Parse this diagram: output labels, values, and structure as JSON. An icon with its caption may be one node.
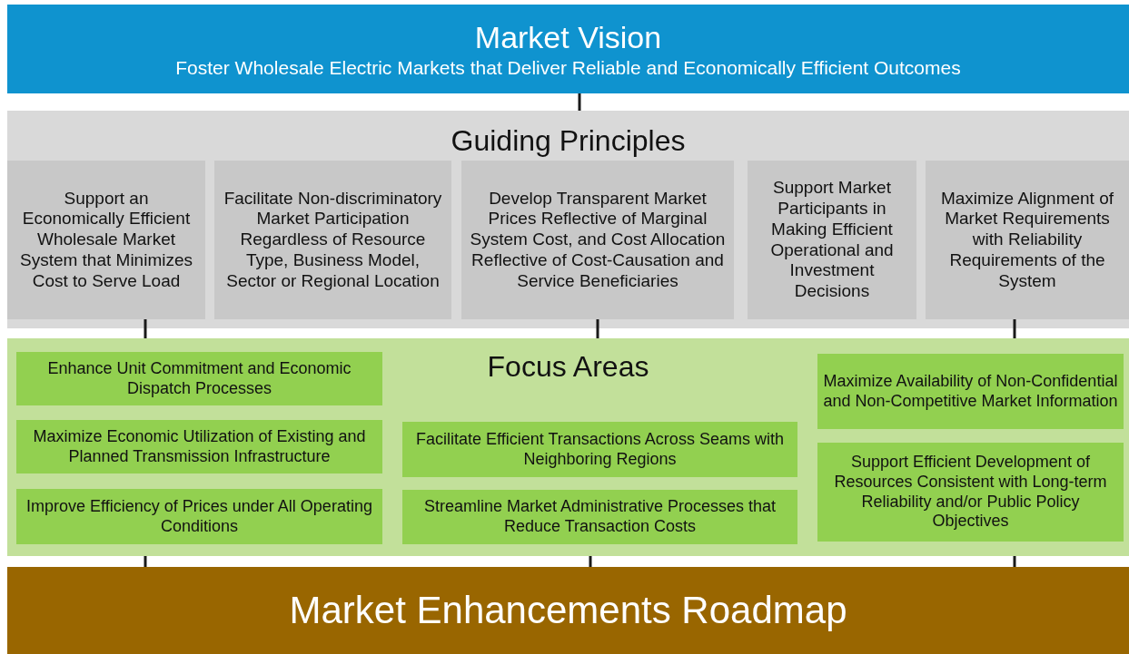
{
  "diagram": {
    "nodes": [
      {
        "text": [
          "Market Vision",
          "Foster Wholesale Electric Markets that Deliver Reliable and Economically Efficient Outcomes"
        ]
      },
      {
        "text": [
          "Guiding Principles"
        ]
      },
      {
        "text": [
          "Support an Economically Efficient Wholesale Market System that Minimizes Cost to Serve Load"
        ],
        "in": 1
      },
      {
        "text": [
          "Facilitate Non-discriminatory Market Participation Regardless of Resource Type, Business Model, Sector or Regional Location"
        ],
        "in": 1
      },
      {
        "text": [
          "Develop Transparent Market Prices Reflective of Marginal System Cost, and Cost Allocation Reflective of Cost-Causation and Service Beneficiaries"
        ],
        "in": 1
      },
      {
        "text": [
          "Support Market Participants in Making Efficient Operational and Investment Decisions"
        ],
        "in": 1
      },
      {
        "text": [
          "Maximize Alignment of Market Requirements with Reliability Requirements of the System"
        ],
        "in": 1
      },
      {
        "text": [
          "Focus Areas"
        ]
      },
      {
        "text": [
          "Enhance Unit Commitment and Economic Dispatch Processes"
        ],
        "in": 7
      },
      {
        "text": [
          "Maximize Economic Utilization of Existing and Planned Transmission Infrastructure"
        ],
        "in": 7
      },
      {
        "text": [
          "Improve Efficiency of Prices under All Operating Conditions"
        ],
        "in": 7
      },
      {
        "text": [
          "Facilitate Efficient Transactions Across Seams with Neighboring Regions"
        ],
        "in": 7
      },
      {
        "text": [
          "Streamline Market Administrative Processes that Reduce Transaction Costs"
        ],
        "in": 7
      },
      {
        "text": [
          "Maximize Availability of Non-Confidential and Non-Competitive Market Information"
        ],
        "in": 7
      },
      {
        "text": [
          "Support Efficient Development of Resources Consistent with Long-term Reliability and/or Public Policy Objectives"
        ],
        "in": 7
      },
      {
        "text": [
          "Market Enhancements Roadmap"
        ]
      }
    ],
    "edges": [
      {
        "from": 0,
        "to": 1,
        "arrow": "none"
      },
      {
        "from": 2,
        "to": 7,
        "arrow": "none"
      },
      {
        "from": 4,
        "to": 7,
        "arrow": "none"
      },
      {
        "from": 6,
        "to": 7,
        "arrow": "none"
      },
      {
        "from": 7,
        "to": 15,
        "arrow": "none"
      },
      {
        "from": 7,
        "to": 15,
        "arrow": "none"
      },
      {
        "from": 7,
        "to": 15,
        "arrow": "none"
      }
    ]
  }
}
